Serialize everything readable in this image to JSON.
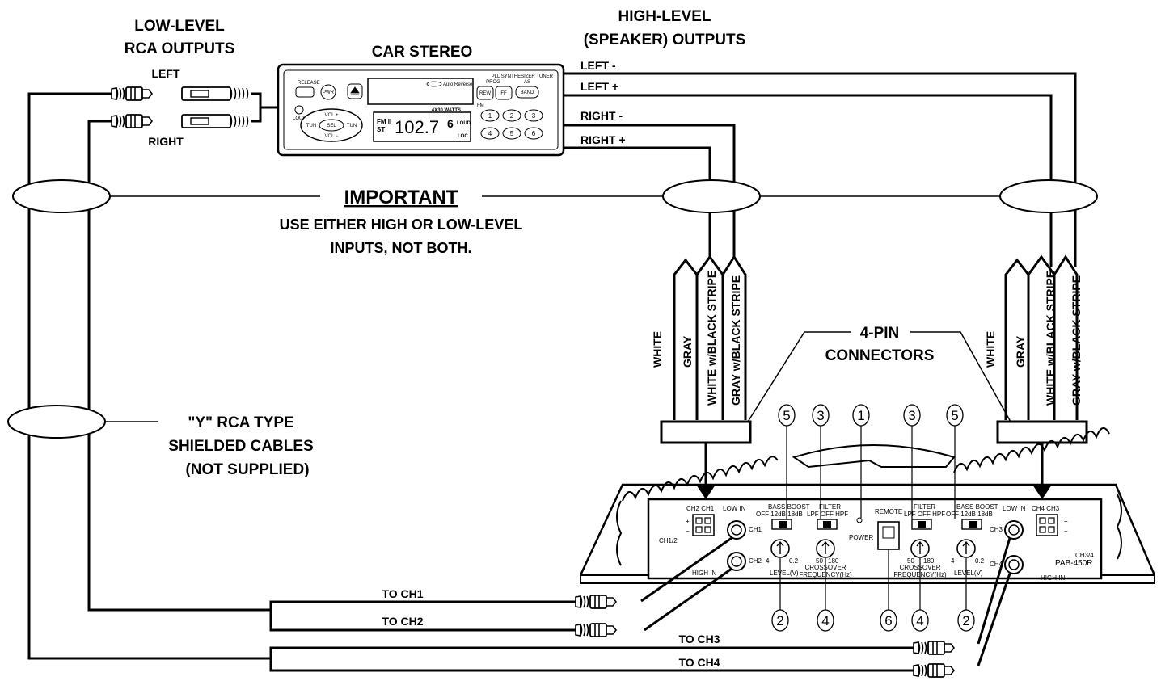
{
  "headers": {
    "low_level_line1": "LOW-LEVEL",
    "low_level_line2": "RCA OUTPUTS",
    "car_stereo": "CAR  STEREO",
    "high_level_line1": "HIGH-LEVEL",
    "high_level_line2": "(SPEAKER) OUTPUTS"
  },
  "rca": {
    "left": "LEFT",
    "right": "RIGHT"
  },
  "speaker_outputs": [
    "LEFT -",
    "LEFT +",
    "RIGHT -",
    "RIGHT +"
  ],
  "stereo": {
    "release": "RELEASE",
    "pwr": "PWR",
    "brand": "Auto Reverse",
    "tuner": "PLL SYNTHESIZER TUNER",
    "prog": "PROG",
    "rew": "REW",
    "ff": "FF",
    "as": "AS",
    "band": "BAND",
    "loud": "LOUD",
    "vol_plus": "VOL +",
    "sel": "SEL",
    "vol_minus": "VOL −",
    "tun_left": "TUN",
    "tun_right": "TUN",
    "fm_band": "FM II",
    "st": "ST",
    "frequency": "102.7",
    "preset": "6",
    "loud_ind": "LOUD",
    "loc_ind": "LOC",
    "watts": "4X30 WATTS",
    "presets": [
      "1",
      "2",
      "3",
      "4",
      "5",
      "6"
    ]
  },
  "important": {
    "title": "IMPORTANT",
    "line1": "USE EITHER HIGH OR LOW-LEVEL",
    "line2": "INPUTS, NOT BOTH."
  },
  "wires": [
    "WHITE",
    "GRAY",
    "WHITE w/BLACK STRIPE",
    "GRAY w/BLACK STRIPE"
  ],
  "connectors": {
    "line1": "4-PIN",
    "line2": "CONNECTORS"
  },
  "y_cable": {
    "line1": "\"Y\" RCA TYPE",
    "line2": "SHIELDED  CABLES",
    "line3": "(NOT SUPPLIED)"
  },
  "callouts_top": [
    "5",
    "3",
    "1",
    "3",
    "5"
  ],
  "callouts_bottom": [
    "2",
    "4",
    "6",
    "4",
    "2"
  ],
  "amp": {
    "model": "PAB-450R",
    "ch12": "CH1/2",
    "ch34": "CH3/4",
    "ch2_ch1": "CH2  CH1",
    "ch4_ch3": "CH4  CH3",
    "low_in": "LOW  IN",
    "high_in": "HIGH  IN",
    "ch1": "CH1",
    "ch2": "CH2",
    "ch3": "CH3",
    "ch4": "CH4",
    "bass_boost": "BASS  BOOST",
    "bass_options": "OFF  12dB  18dB",
    "filter": "FILTER",
    "filter_options": "LPF  OFF  HPF",
    "remote": "REMOTE",
    "power": "POWER",
    "level": "LEVEL(V)",
    "level_min": "4",
    "level_max": "0.2",
    "xover_line1": "CROSSOVER",
    "xover_line2": "FREQUENCY(Hz)",
    "xover_min": "50",
    "xover_max": "180",
    "plus": "+",
    "minus": "−"
  },
  "to_labels": [
    "TO CH1",
    "TO CH2",
    "TO CH3",
    "TO CH4"
  ]
}
